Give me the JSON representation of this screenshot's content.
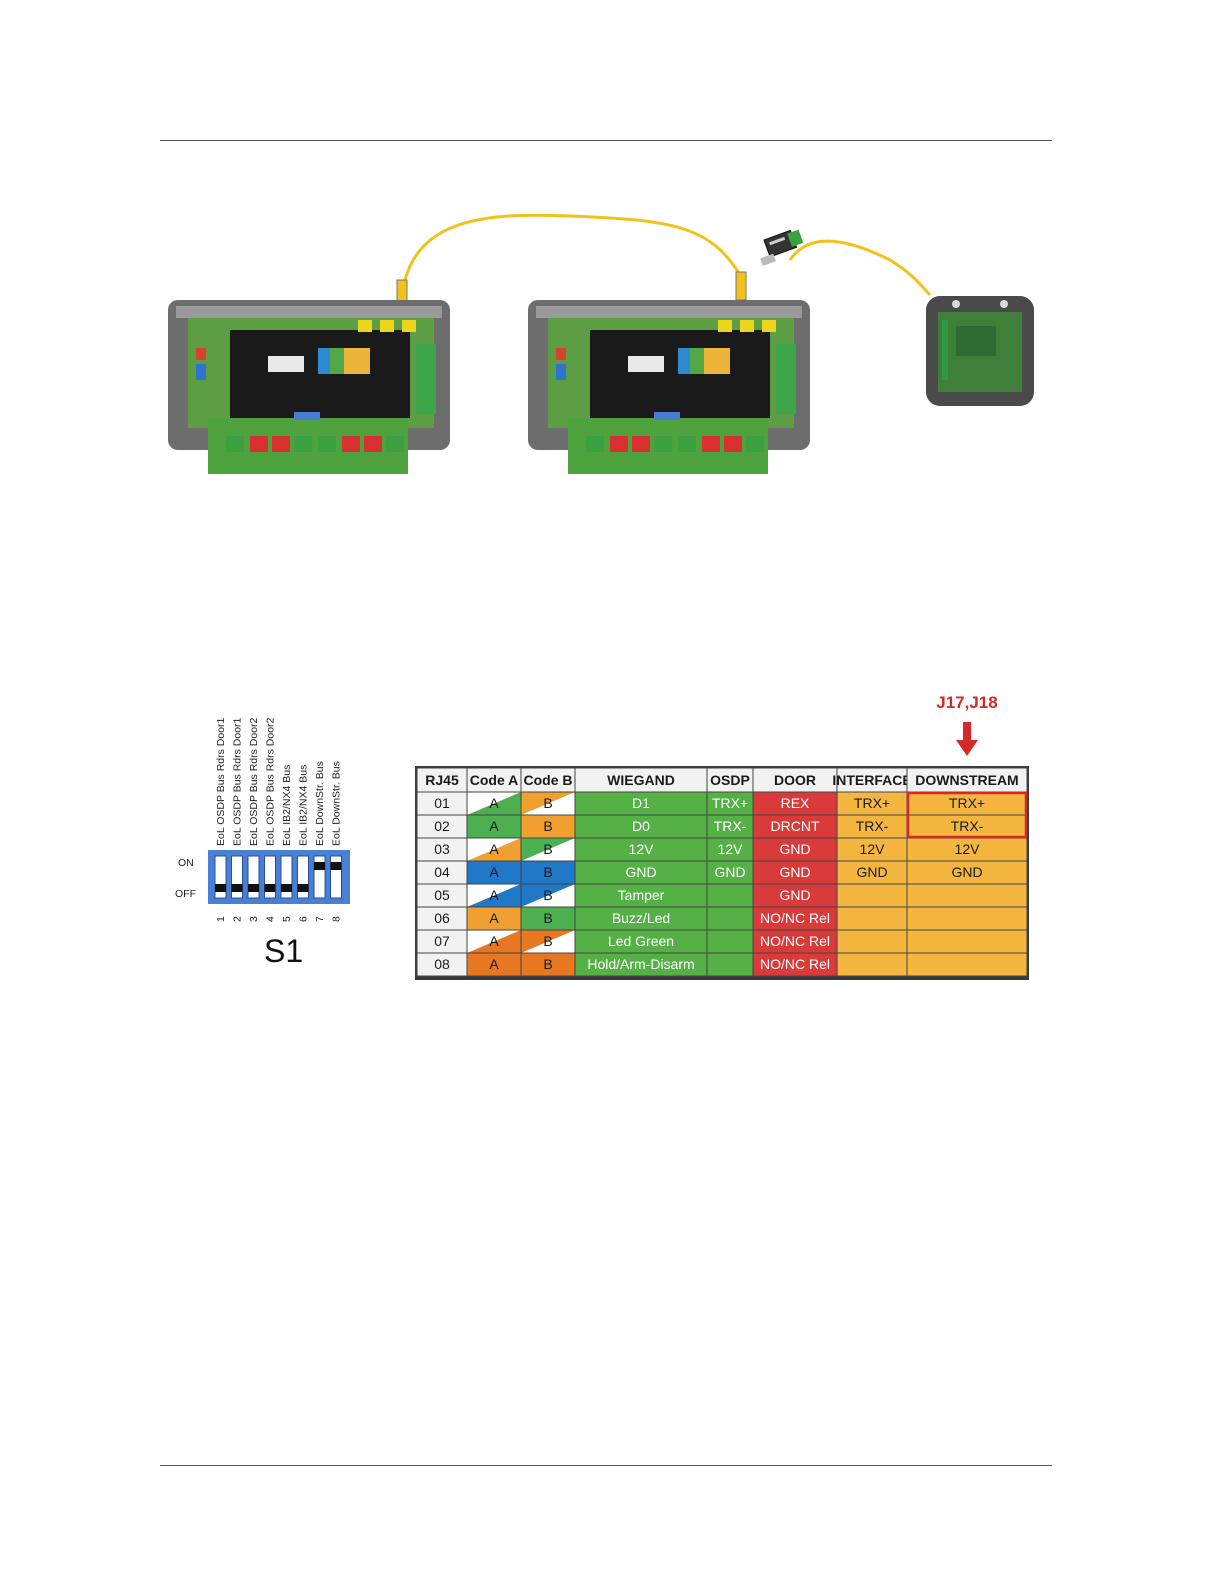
{
  "switch_block": {
    "name": "S1",
    "on_label": "ON",
    "off_label": "OFF",
    "switches": [
      {
        "number": "1",
        "label": "EoL OSDP Bus Rdrs Door1",
        "on": false
      },
      {
        "number": "2",
        "label": "EoL OSDP Bus Rdrs Door1",
        "on": false
      },
      {
        "number": "3",
        "label": "EoL OSDP Bus Rdrs Door2",
        "on": false
      },
      {
        "number": "4",
        "label": "EoL OSDP Bus Rdrs Door2",
        "on": false
      },
      {
        "number": "5",
        "label": "EoL IB2/NX4 Bus",
        "on": false
      },
      {
        "number": "6",
        "label": "EoL IB2/NX4 Bus",
        "on": false
      },
      {
        "number": "7",
        "label": "EoL DownStr. Bus",
        "on": true
      },
      {
        "number": "8",
        "label": "EoL DownStr. Bus",
        "on": true
      }
    ]
  },
  "pinout": {
    "callout": "J17,J18",
    "headers": [
      "RJ45",
      "Code A",
      "Code B",
      "WIEGAND",
      "OSDP",
      "DOOR",
      "INTERFACE",
      "DOWNSTREAM"
    ],
    "rows": [
      {
        "pin": "01",
        "code_a": "A",
        "code_b": "B",
        "wiegand": "D1",
        "osdp": "TRX+",
        "door": "REX",
        "interface": "TRX+",
        "downstream": "TRX+"
      },
      {
        "pin": "02",
        "code_a": "A",
        "code_b": "B",
        "wiegand": "D0",
        "osdp": "TRX-",
        "door": "DRCNT",
        "interface": "TRX-",
        "downstream": "TRX-"
      },
      {
        "pin": "03",
        "code_a": "A",
        "code_b": "B",
        "wiegand": "12V",
        "osdp": "12V",
        "door": "GND",
        "interface": "12V",
        "downstream": "12V"
      },
      {
        "pin": "04",
        "code_a": "A",
        "code_b": "B",
        "wiegand": "GND",
        "osdp": "GND",
        "door": "GND",
        "interface": "GND",
        "downstream": "GND"
      },
      {
        "pin": "05",
        "code_a": "A",
        "code_b": "B",
        "wiegand": "Tamper",
        "osdp": "",
        "door": "GND",
        "interface": "",
        "downstream": ""
      },
      {
        "pin": "06",
        "code_a": "A",
        "code_b": "B",
        "wiegand": "Buzz/Led",
        "osdp": "",
        "door": "NO/NC Rel",
        "interface": "",
        "downstream": ""
      },
      {
        "pin": "07",
        "code_a": "A",
        "code_b": "B",
        "wiegand": "Led Green",
        "osdp": "",
        "door": "NO/NC Rel",
        "interface": "",
        "downstream": ""
      },
      {
        "pin": "08",
        "code_a": "A",
        "code_b": "B",
        "wiegand": "Hold/Arm-Disarm",
        "osdp": "",
        "door": "NO/NC Rel",
        "interface": "",
        "downstream": ""
      }
    ],
    "code_a_colors": [
      [
        "#ffffff",
        "#4caf50"
      ],
      [
        "#4caf50",
        "#4caf50"
      ],
      [
        "#ffffff",
        "#f0a030"
      ],
      [
        "#1f78c8",
        "#1f78c8"
      ],
      [
        "#ffffff",
        "#1f78c8"
      ],
      [
        "#f0a030",
        "#f0a030"
      ],
      [
        "#ffffff",
        "#e87722"
      ],
      [
        "#e87722",
        "#e87722"
      ]
    ],
    "code_b_colors": [
      [
        "#f0a030",
        "#ffffff"
      ],
      [
        "#f0a030",
        "#f0a030"
      ],
      [
        "#4caf50",
        "#ffffff"
      ],
      [
        "#1f78c8",
        "#1f78c8"
      ],
      [
        "#1f78c8",
        "#ffffff"
      ],
      [
        "#4caf50",
        "#4caf50"
      ],
      [
        "#e87722",
        "#ffffff"
      ],
      [
        "#e87722",
        "#e87722"
      ]
    ],
    "colors": {
      "wiegand": "#55b045",
      "osdp": "#55b045",
      "door": "#d93a3a",
      "interface": "#f4b63f",
      "downstream": "#f4b63f",
      "highlight": "#d62828",
      "callout": "#d62828"
    }
  }
}
